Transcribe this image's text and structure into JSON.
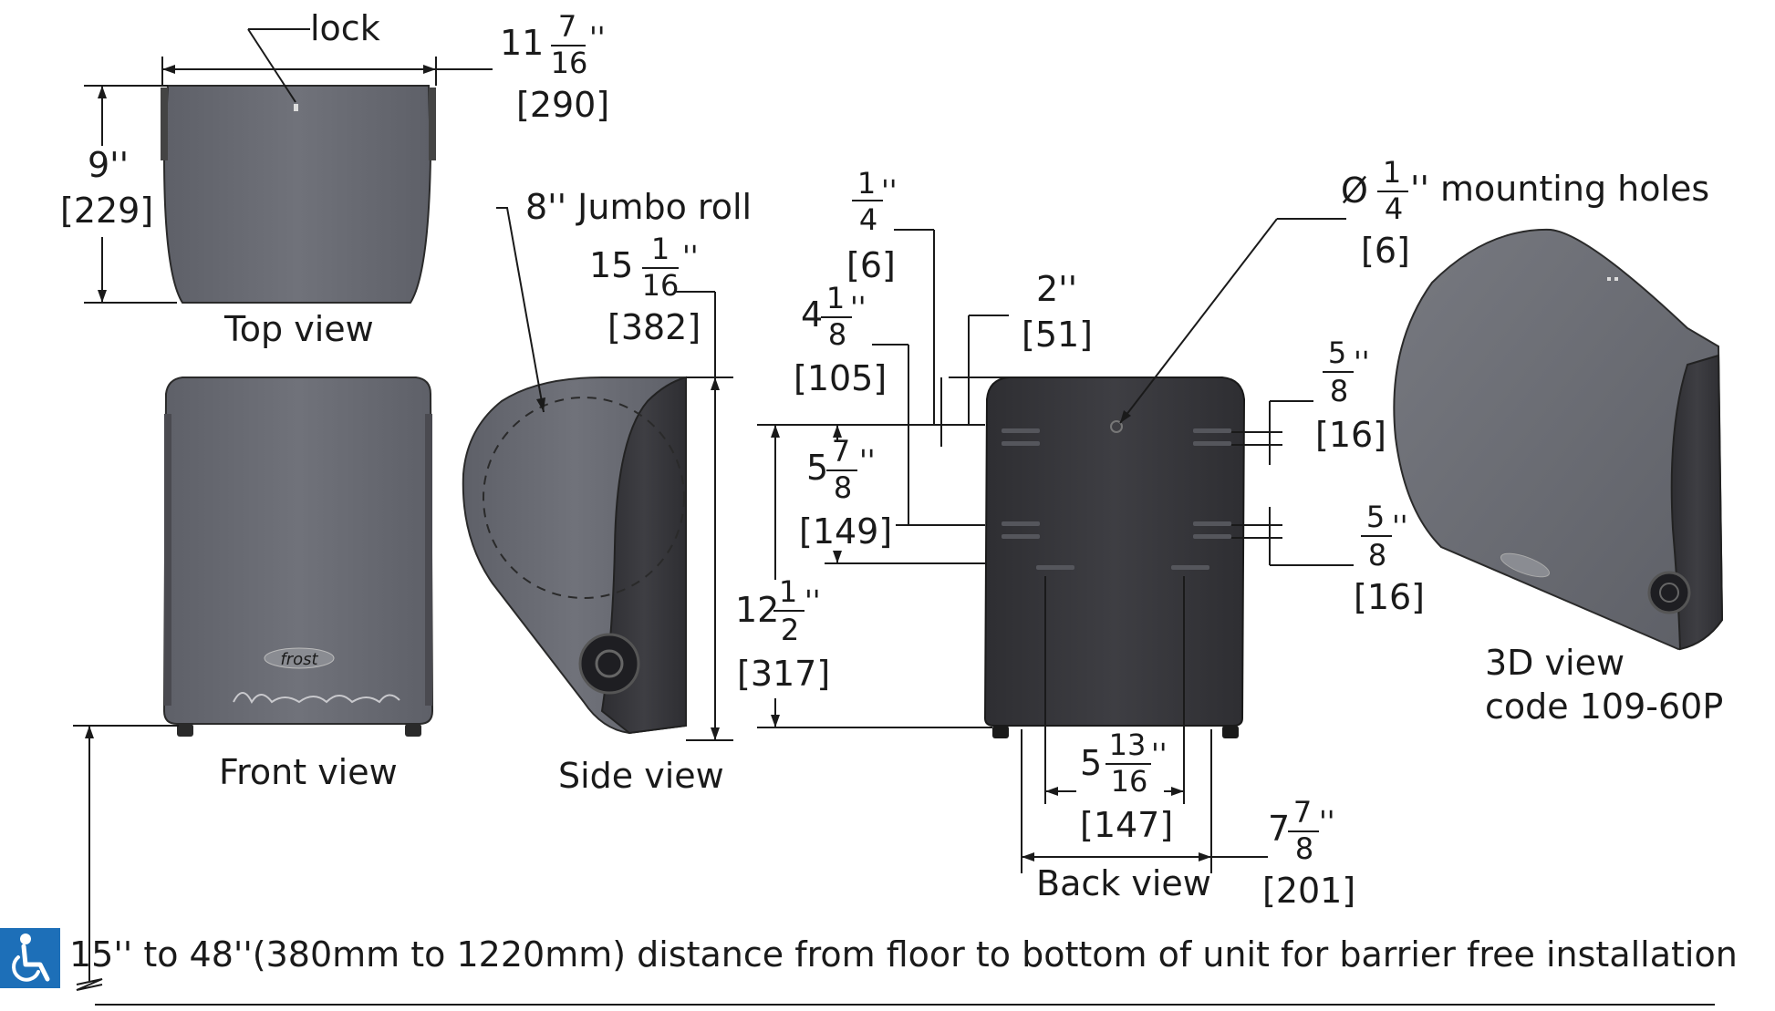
{
  "colors": {
    "unit_body": "#6a6c74",
    "unit_dark": "#3a3a3e",
    "accent_icon": "#1d6fb8",
    "line": "#1a1a1a",
    "background": "#ffffff"
  },
  "icons": {
    "accessibility": "wheelchair-accessibility-icon",
    "diameter": "diameter-symbol-icon"
  },
  "top_view": {
    "lock": "lock",
    "caption": "Top view",
    "width": {
      "whole": "11",
      "num": "7",
      "den": "16",
      "unit": "''",
      "mm": "[290]"
    },
    "depth": {
      "whole": "9''",
      "mm": "[229]"
    }
  },
  "front_view": {
    "caption": "Front view",
    "logo": "frost"
  },
  "side_view": {
    "caption": "Side view",
    "roll": "8'' Jumbo roll",
    "height": {
      "whole": "15",
      "num": "1",
      "den": "16",
      "unit": "''",
      "mm": "[382]"
    }
  },
  "back_view": {
    "caption": "Back view",
    "d1": {
      "num": "1",
      "den": "4",
      "unit": "''",
      "mm": "[6]"
    },
    "d2": {
      "whole": "4",
      "num": "1",
      "den": "8",
      "unit": "''",
      "mm": "[105]"
    },
    "d3": {
      "whole": "2''",
      "mm": "[51]"
    },
    "d4": {
      "whole": "5",
      "num": "7",
      "den": "8",
      "unit": "''",
      "mm": "[149]"
    },
    "d5": {
      "whole": "12",
      "num": "1",
      "den": "2",
      "unit": "''",
      "mm": "[317]"
    },
    "d6": {
      "whole": "5",
      "num": "13",
      "den": "16",
      "unit": "''",
      "mm": "[147]"
    },
    "d7": {
      "whole": "7",
      "num": "7",
      "den": "8",
      "unit": "''",
      "mm": "[201]"
    },
    "holes": {
      "symbol": "Ø",
      "num": "1",
      "den": "4",
      "text": "'' mounting holes",
      "mm": "[6]"
    },
    "r1": {
      "num": "5",
      "den": "8",
      "unit": "''",
      "mm": "[16]"
    },
    "r2": {
      "num": "5",
      "den": "8",
      "unit": "''",
      "mm": "[16]"
    }
  },
  "three_d_view": {
    "caption": "3D view",
    "code": "code 109-60P"
  },
  "footer": {
    "note": "15'' to 48''(380mm to 1220mm) distance from floor to bottom of unit for barrier free installation"
  }
}
